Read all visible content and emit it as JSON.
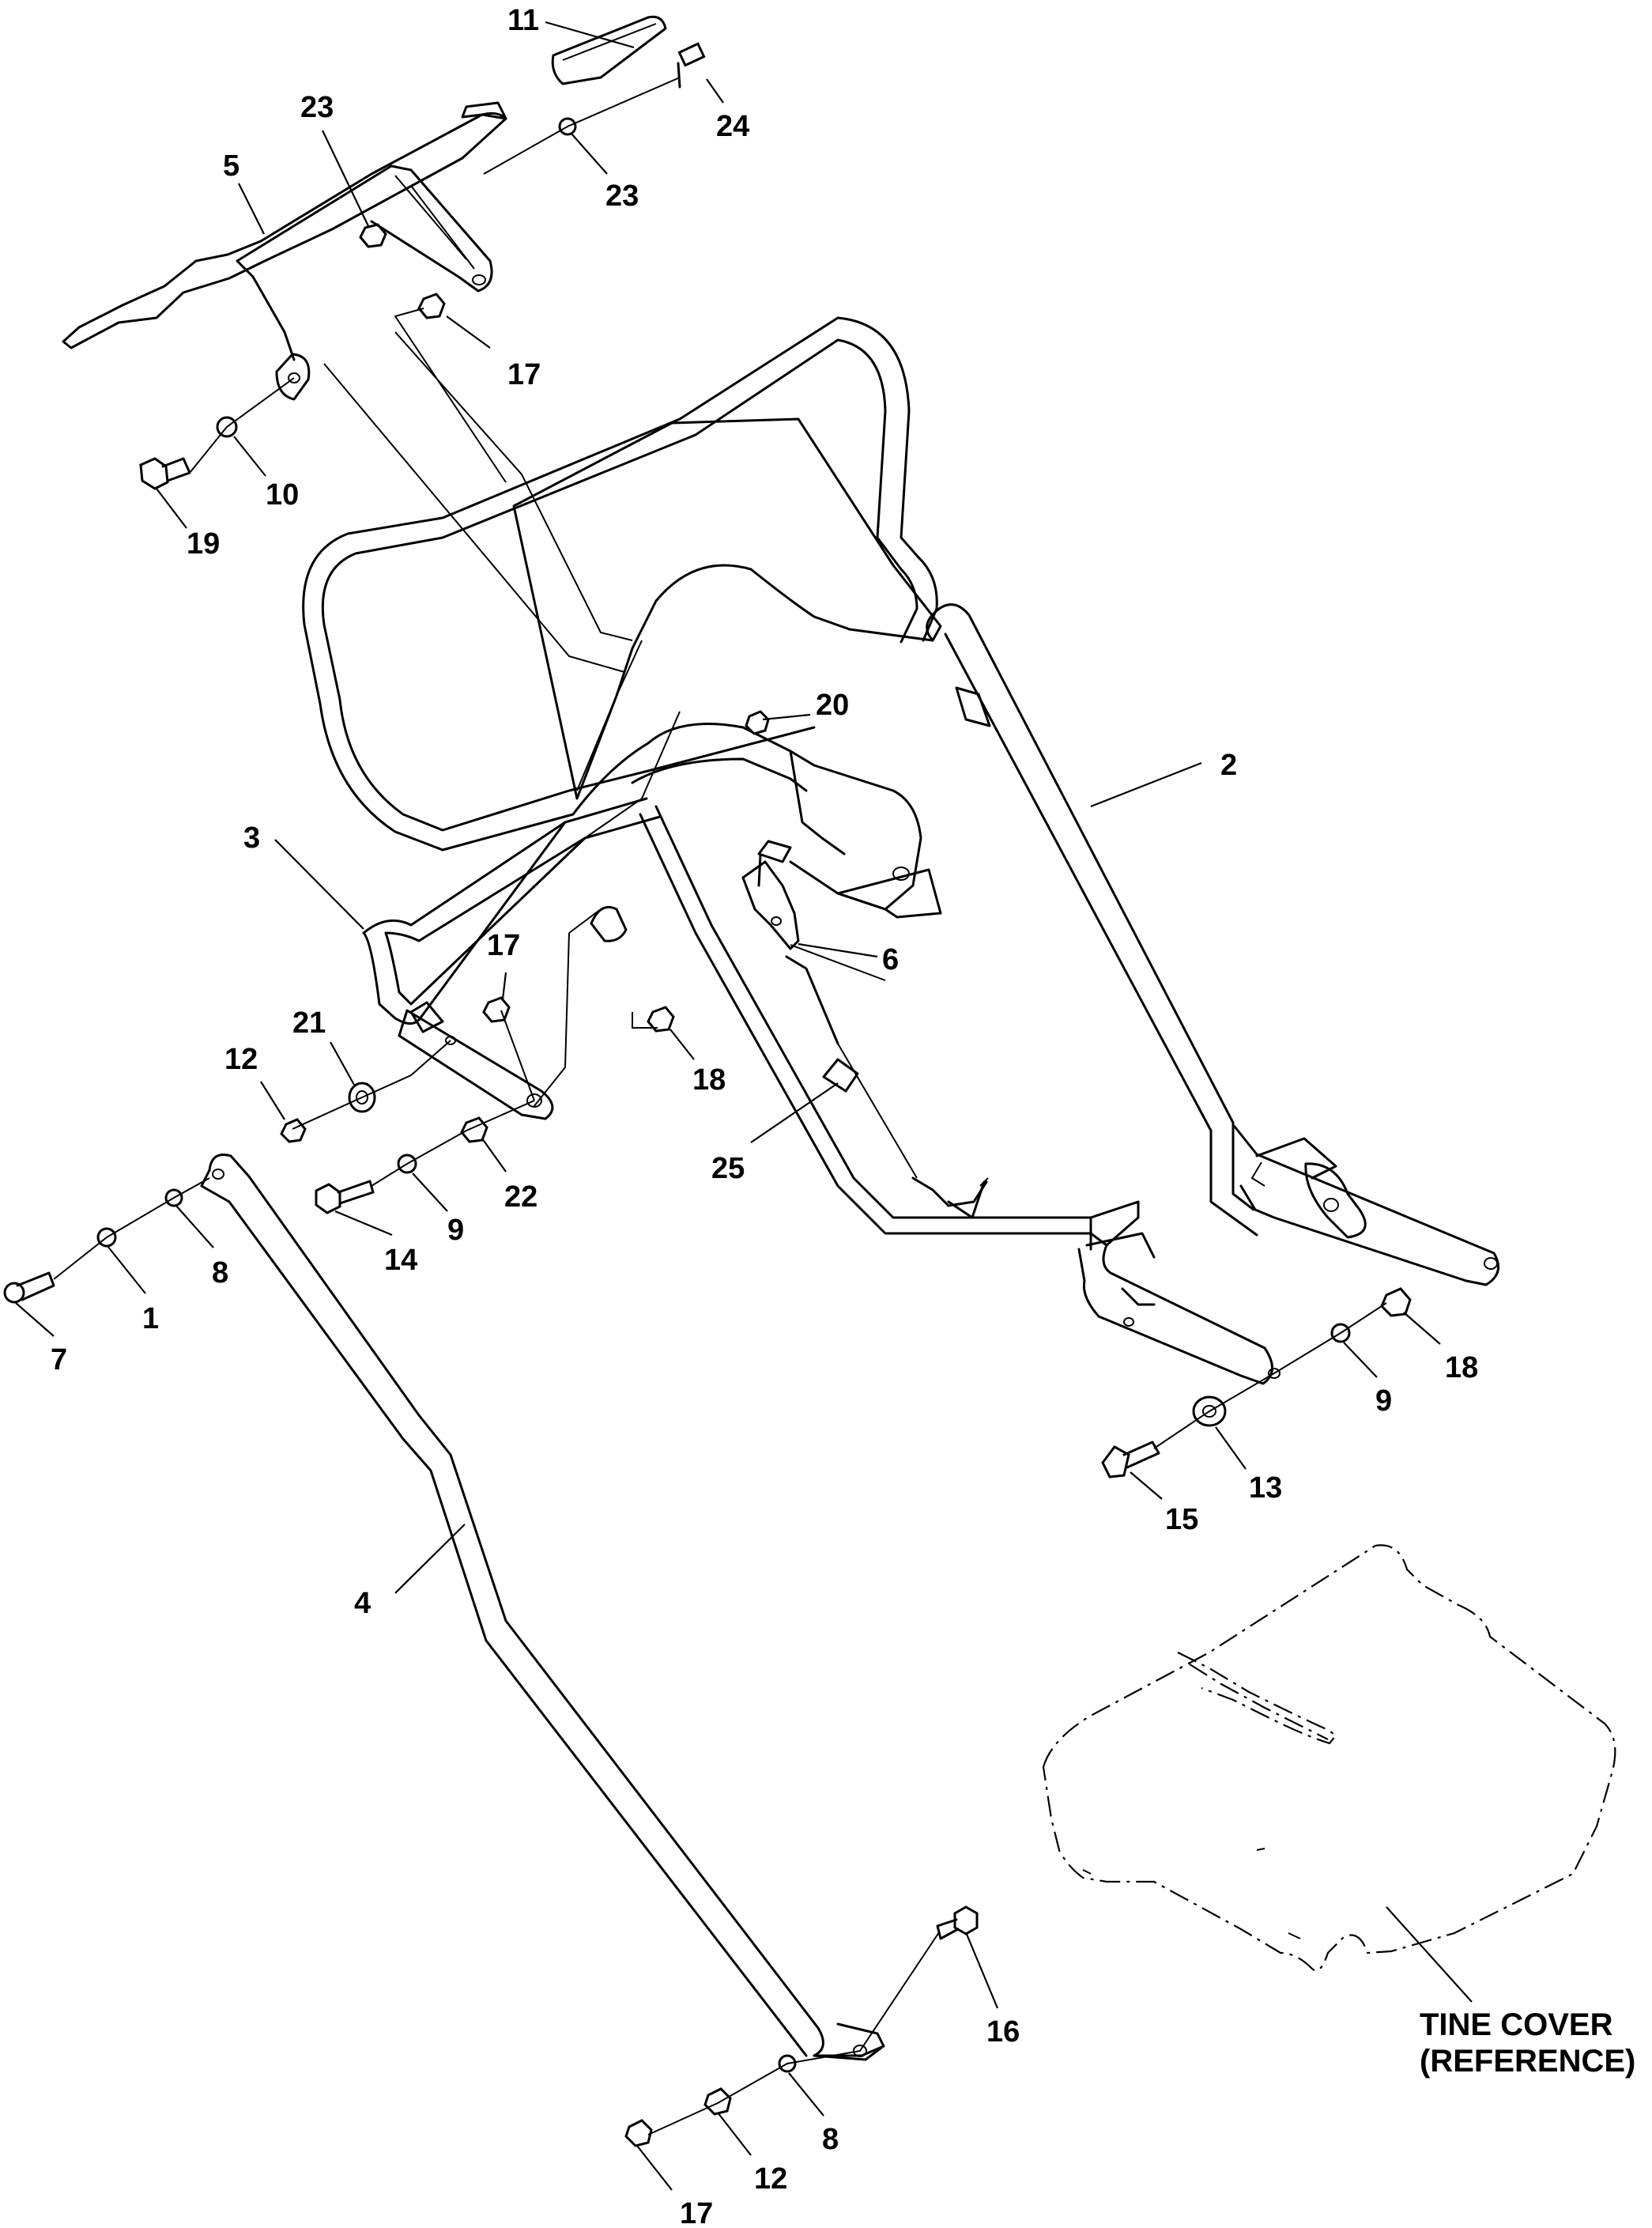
{
  "callouts": [
    {
      "label": "11"
    },
    {
      "label": "24"
    },
    {
      "label": "23"
    },
    {
      "label": "23"
    },
    {
      "label": "5"
    },
    {
      "label": "17"
    },
    {
      "label": "10"
    },
    {
      "label": "19"
    },
    {
      "label": "20"
    },
    {
      "label": "2"
    },
    {
      "label": "3"
    },
    {
      "label": "17"
    },
    {
      "label": "6"
    },
    {
      "label": "21"
    },
    {
      "label": "12"
    },
    {
      "label": "18"
    },
    {
      "label": "22"
    },
    {
      "label": "25"
    },
    {
      "label": "9"
    },
    {
      "label": "14"
    },
    {
      "label": "8"
    },
    {
      "label": "1"
    },
    {
      "label": "7"
    },
    {
      "label": "18"
    },
    {
      "label": "9"
    },
    {
      "label": "13"
    },
    {
      "label": "15"
    },
    {
      "label": "4"
    },
    {
      "label": "16"
    },
    {
      "label": "8"
    },
    {
      "label": "12"
    },
    {
      "label": "17"
    }
  ],
  "reference": {
    "line1": "TINE COVER",
    "line2": "(REFERENCE)"
  }
}
